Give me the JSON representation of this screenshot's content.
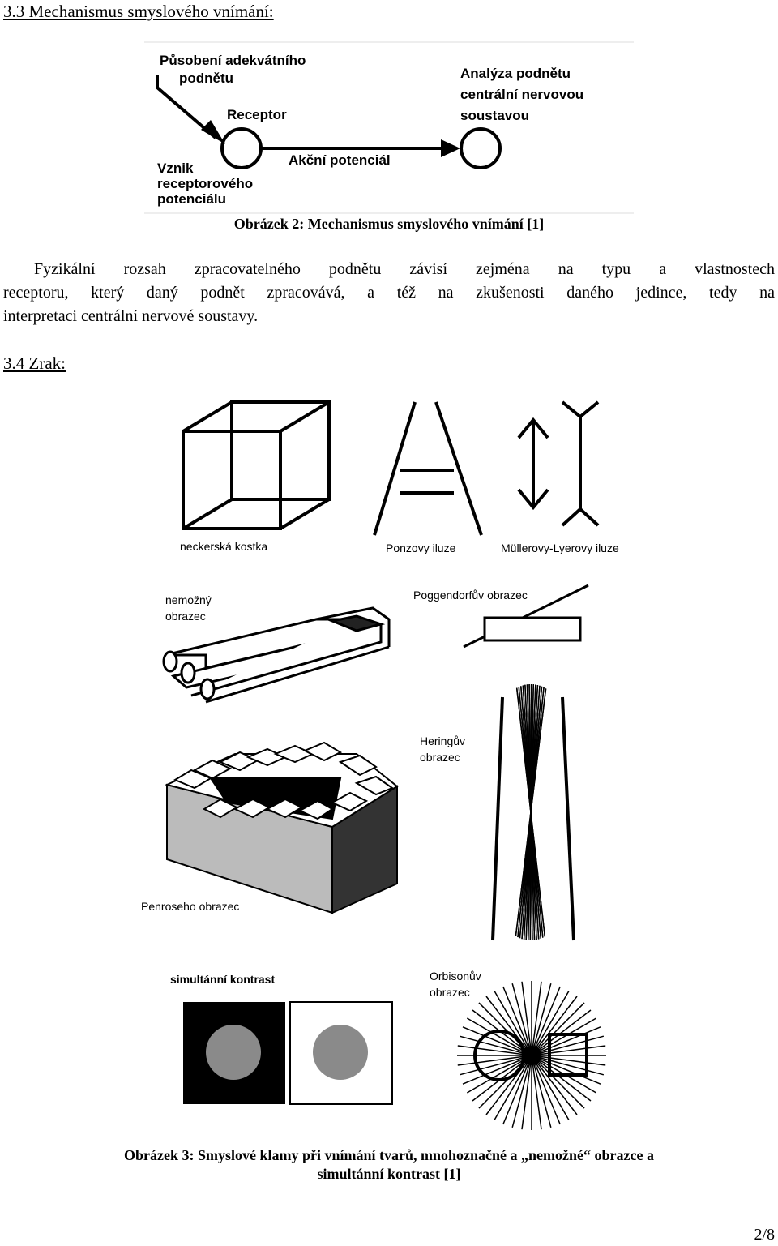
{
  "section_3_3": {
    "heading": "3.3 Mechanismus smyslového vnímání:"
  },
  "figure2": {
    "labels": {
      "stimulus": [
        "Působení adekvátního",
        "podnětu"
      ],
      "receptor": "Receptor",
      "analysis": [
        "Analýza podnětu",
        "centrální nervovou",
        "soustavou"
      ],
      "origin": [
        "Vznik",
        "receptorového",
        "potenciálu"
      ],
      "action": "Akční potenciál"
    },
    "caption": "Obrázek 2: Mechanismus smyslového vnímání [1]"
  },
  "paragraph": {
    "lines": [
      "Fyzikální rozsah zpracovatelného podnětu závisí zejména na typu a vlastnostech",
      "receptoru, který daný podnět zpracovává, a též na zkušenosti daného jedince, tedy na",
      "interpretaci centrální nervové soustavy."
    ]
  },
  "section_3_4": {
    "heading": "3.4 Zrak:"
  },
  "figure3": {
    "labels": {
      "necker": "neckerská kostka",
      "ponzo": "Ponzovy iluze",
      "muller": "Müllerovy-Lyerovy iluze",
      "impossible": [
        "nemožný",
        "obrazec"
      ],
      "poggendorff": "Poggendorfův obrazec",
      "hering": [
        "Heringův",
        "obrazec"
      ],
      "penrose": "Penroseho obrazec",
      "contrast": "simultánní kontrast",
      "orbison": [
        "Orbisonův",
        "obrazec"
      ]
    },
    "caption": [
      "Obrázek 3: Smyslové klamy při vnímání tvarů, mnohoznačné a „nemožné“ obrazce a",
      "simultánní kontrast [1]"
    ]
  },
  "footer": {
    "page_number": "2/8"
  }
}
